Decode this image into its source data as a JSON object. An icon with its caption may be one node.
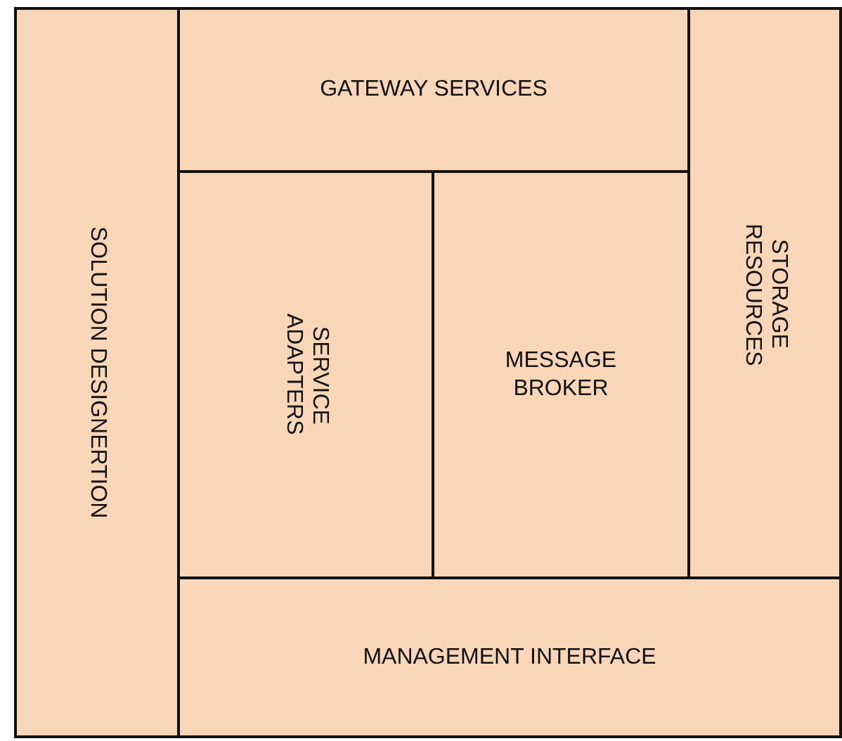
{
  "diagram": {
    "nodes": [
      {
        "text": [
          "SOLUTION DESIGNERTION"
        ]
      },
      {
        "text": [
          "GATEWAY SERVICES"
        ]
      },
      {
        "text": [
          "SERVICE ADAPTERS"
        ]
      },
      {
        "text": [
          "MESSAGE BROKER"
        ]
      },
      {
        "text": [
          "STORAGE RESOURCES"
        ]
      },
      {
        "text": [
          "MANAGEMENT INTERFACE"
        ]
      }
    ]
  }
}
